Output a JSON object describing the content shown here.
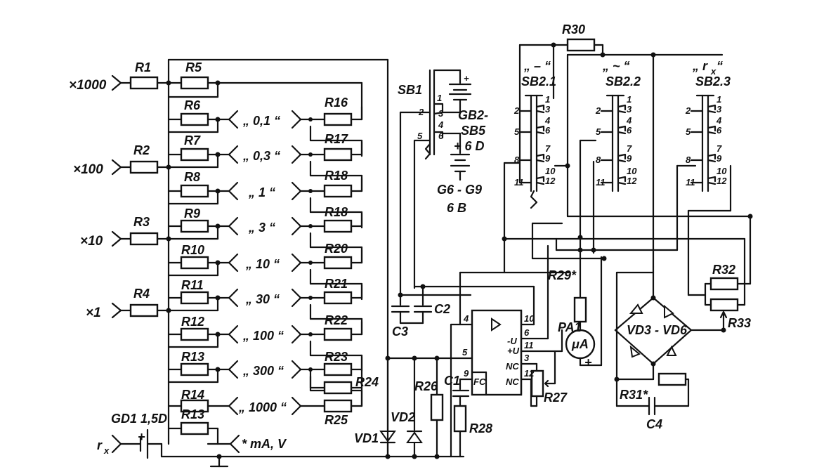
{
  "multipliers": [
    "×1000",
    "×100",
    "×10",
    "×1"
  ],
  "rx_input": "r",
  "rx_sub": "x",
  "resistors_left": [
    "R1",
    "R5",
    "R6",
    "R7",
    "R2",
    "R8",
    "R9",
    "R3",
    "R10",
    "R11",
    "R4",
    "R12",
    "R13",
    "R14",
    "R13"
  ],
  "resistors_right": [
    "R16",
    "R17",
    "R18",
    "R18",
    "R20",
    "R21",
    "R22",
    "R23",
    "R24",
    "R25"
  ],
  "range_labels": [
    "„ 0,1 “",
    "„ 0,3 “",
    "„ 1 “",
    "„ 3 “",
    "„ 10 “",
    "„ 30 “",
    "„ 100 “",
    "„ 300 “",
    "„ 1000 “",
    "* mA, V"
  ],
  "battery_label": "GD1  1,5D",
  "switch_sb1": "SB1",
  "battery_gb": [
    "GB2-",
    "SB5",
    "+ 6 D"
  ],
  "battery_g": [
    "G6 - G9",
    "6 B"
  ],
  "switch_headers": [
    "„ – “",
    "SB2.1",
    "„ ~ “",
    "SB2.2",
    "„ r",
    "x",
    " “",
    "SB2.3"
  ],
  "pins": [
    "1",
    "2",
    "3",
    "4",
    "5",
    "6",
    "7",
    "8",
    "9",
    "10",
    "11",
    "12"
  ],
  "caps": [
    "C3",
    "C2",
    "C1",
    "C4"
  ],
  "diodes": [
    "VD1",
    "VD2",
    "VD3 - VD6"
  ],
  "other_parts": [
    "R26",
    "R27",
    "R28",
    "R29*",
    "R30",
    "R31*",
    "R32",
    "R33",
    "PA1"
  ],
  "meter_symbol": "μA",
  "ic_pins": [
    "4",
    "10",
    "6",
    "11",
    "3",
    "12",
    "5",
    "9"
  ],
  "ic_labels": [
    "-U",
    "+U",
    "NC",
    "NC",
    "FC"
  ]
}
